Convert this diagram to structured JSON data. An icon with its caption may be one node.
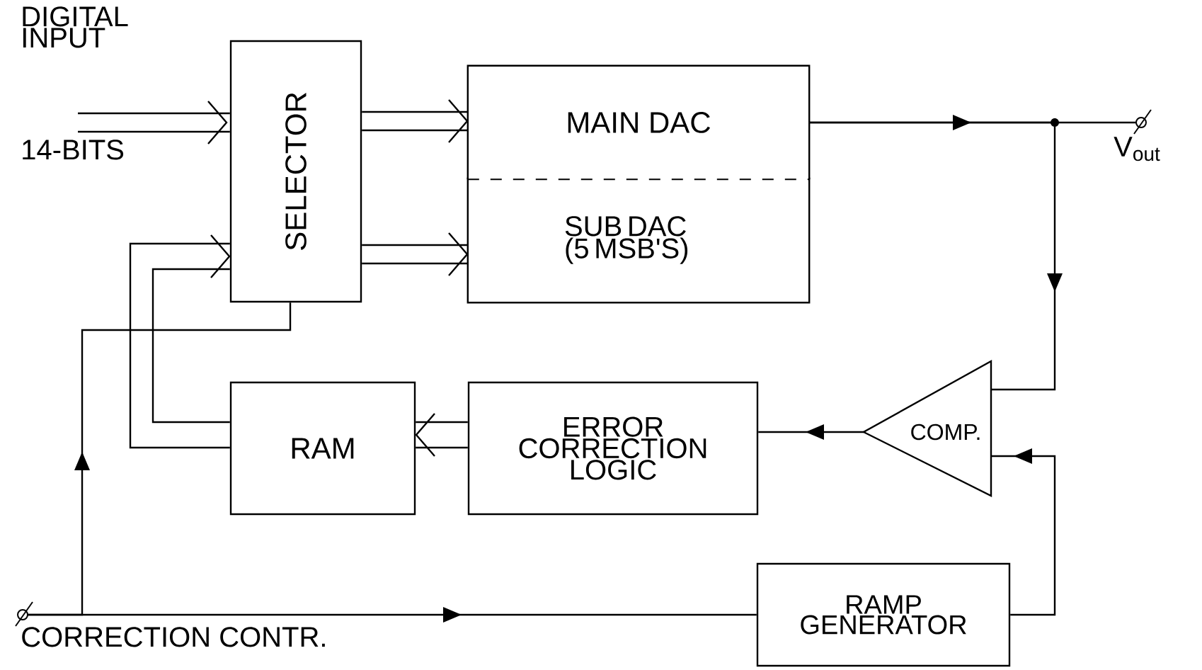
{
  "diagram": {
    "nodes": [
      {
        "text": [
          "SELECTOR"
        ]
      },
      {
        "text": [
          "MAIN DAC"
        ]
      },
      {
        "text": [
          "SUB DAC (5 MSB'S)"
        ]
      },
      {
        "text": [
          "RAM"
        ]
      },
      {
        "text": [
          "ERROR CORRECTION LOGIC"
        ]
      },
      {
        "text": [
          "COMP."
        ]
      },
      {
        "text": [
          "RAMP GENERATOR"
        ]
      },
      {
        "text": [
          "V$_{out}$"
        ]
      },
      {
        "text": [
          "CORRECTION CONTR."
        ]
      }
    ],
    "edges": [
      {
        "from": null,
        "to": 0,
        "arrow": "to"
      },
      {
        "from": 0,
        "to": 1,
        "arrow": "to"
      },
      {
        "from": 0,
        "to": 2,
        "arrow": "to"
      },
      {
        "from": 1,
        "to": 7,
        "arrow": "to"
      },
      {
        "from": 1,
        "to": 5,
        "arrow": "to"
      },
      {
        "from": 5,
        "to": 4,
        "arrow": "to"
      },
      {
        "from": 4,
        "to": 3,
        "arrow": "to"
      },
      {
        "from": 3,
        "to": 0,
        "arrow": "to"
      },
      {
        "from": 8,
        "to": 0,
        "arrow": "to"
      },
      {
        "from": 8,
        "to": 6,
        "arrow": "to"
      },
      {
        "from": 6,
        "to": 5,
        "arrow": "to"
      }
    ],
    "labels": [
      "DIGITAL INPUT",
      "14-BITS"
    ]
  }
}
